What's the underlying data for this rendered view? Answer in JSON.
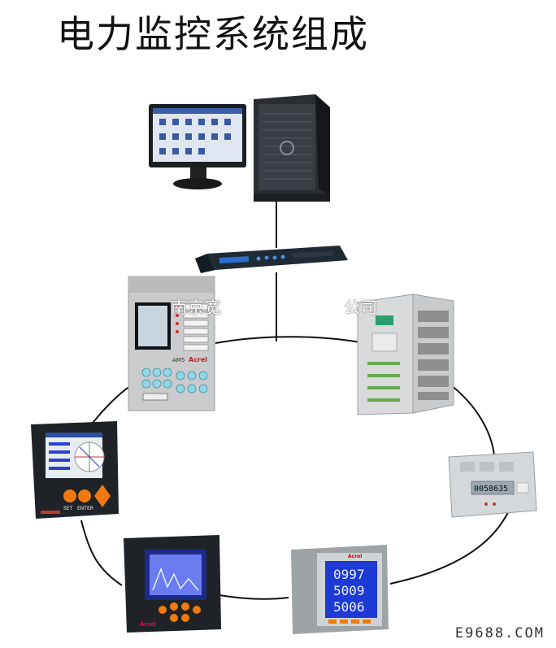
{
  "title": "电力监控系统组成",
  "watermark": "南京宽",
  "watermark_tail": "公司",
  "site": "E9688.COM",
  "colors": {
    "panel_gray": "#c9cbcc",
    "device_black": "#1f2327",
    "lcd_blue": "#2a3ed8",
    "button_orange": "#f07a10",
    "button_cyan": "#8fd6e6",
    "cabinet_gray": "#d8dadb"
  },
  "devices": {
    "protection_relay": {
      "brand": "Acrel",
      "model": "AM5"
    },
    "power_meter_left": {
      "buttons": [
        "SET",
        "ENTER"
      ]
    },
    "panel_meter": {
      "readings": [
        "0997",
        "5009",
        "5006"
      ],
      "brand": "Acrel"
    },
    "energy_meter": {
      "reading": "0058635"
    },
    "color_meter": {
      "brand": "Acrel"
    }
  },
  "icons": {
    "monitor": "monitor-icon",
    "server": "tower-server-icon",
    "switch": "network-switch-icon",
    "cabinet": "switchgear-cabinet-icon"
  }
}
